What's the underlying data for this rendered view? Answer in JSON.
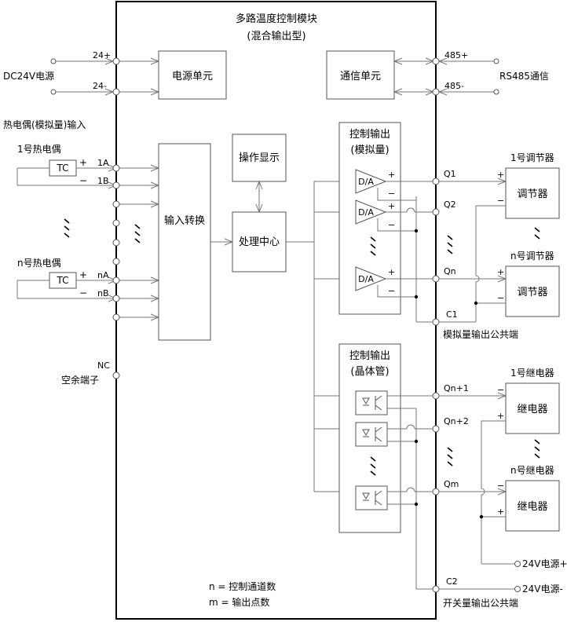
{
  "module": {
    "title": "多路温度控制模块",
    "subtitle": "(混合输出型)"
  },
  "power": {
    "source_label": "DC24V电源",
    "unit_label": "电源单元",
    "pos_term": "24+",
    "neg_term": "24-"
  },
  "comm": {
    "unit_label": "通信单元",
    "pos_term": "485+",
    "neg_term": "485-",
    "label": "RS485通信"
  },
  "input": {
    "section_label": "热电偶(模拟量)输入",
    "tc1_label": "1号热电偶",
    "tcn_label": "n号热电偶",
    "tc_text": "TC",
    "plus": "+",
    "minus": "−",
    "term_1a": "1A",
    "term_1b": "1B",
    "term_na": "nA",
    "term_nb": "nB",
    "nc_term": "NC",
    "nc_label": "空余端子"
  },
  "blocks": {
    "input_convert": "输入转换",
    "display": "操作显示",
    "processing": "处理中心"
  },
  "analog_out": {
    "title_line1": "控制输出",
    "title_line2": "(模拟量)",
    "da_text": "D/A",
    "terms": [
      "Q1",
      "Q2",
      "Qn"
    ],
    "common_term": "C1",
    "common_label": "模拟量输出公共端",
    "reg1_label": "1号调节器",
    "regn_label": "n号调节器",
    "reg_text": "调节器"
  },
  "digital_out": {
    "title_line1": "控制输出",
    "title_line2": "(晶体管)",
    "terms": [
      "Qn+1",
      "Qn+2",
      "Qm"
    ],
    "common_term": "C2",
    "common_label": "开关量输出公共端",
    "relay1_label": "1号继电器",
    "relayn_label": "n号继电器",
    "relay_text": "继电器",
    "v24_plus": "24V电源+",
    "v24_minus": "24V电源-"
  },
  "legend": {
    "n_def": "n = 控制通道数",
    "m_def": "m = 输出点数"
  }
}
